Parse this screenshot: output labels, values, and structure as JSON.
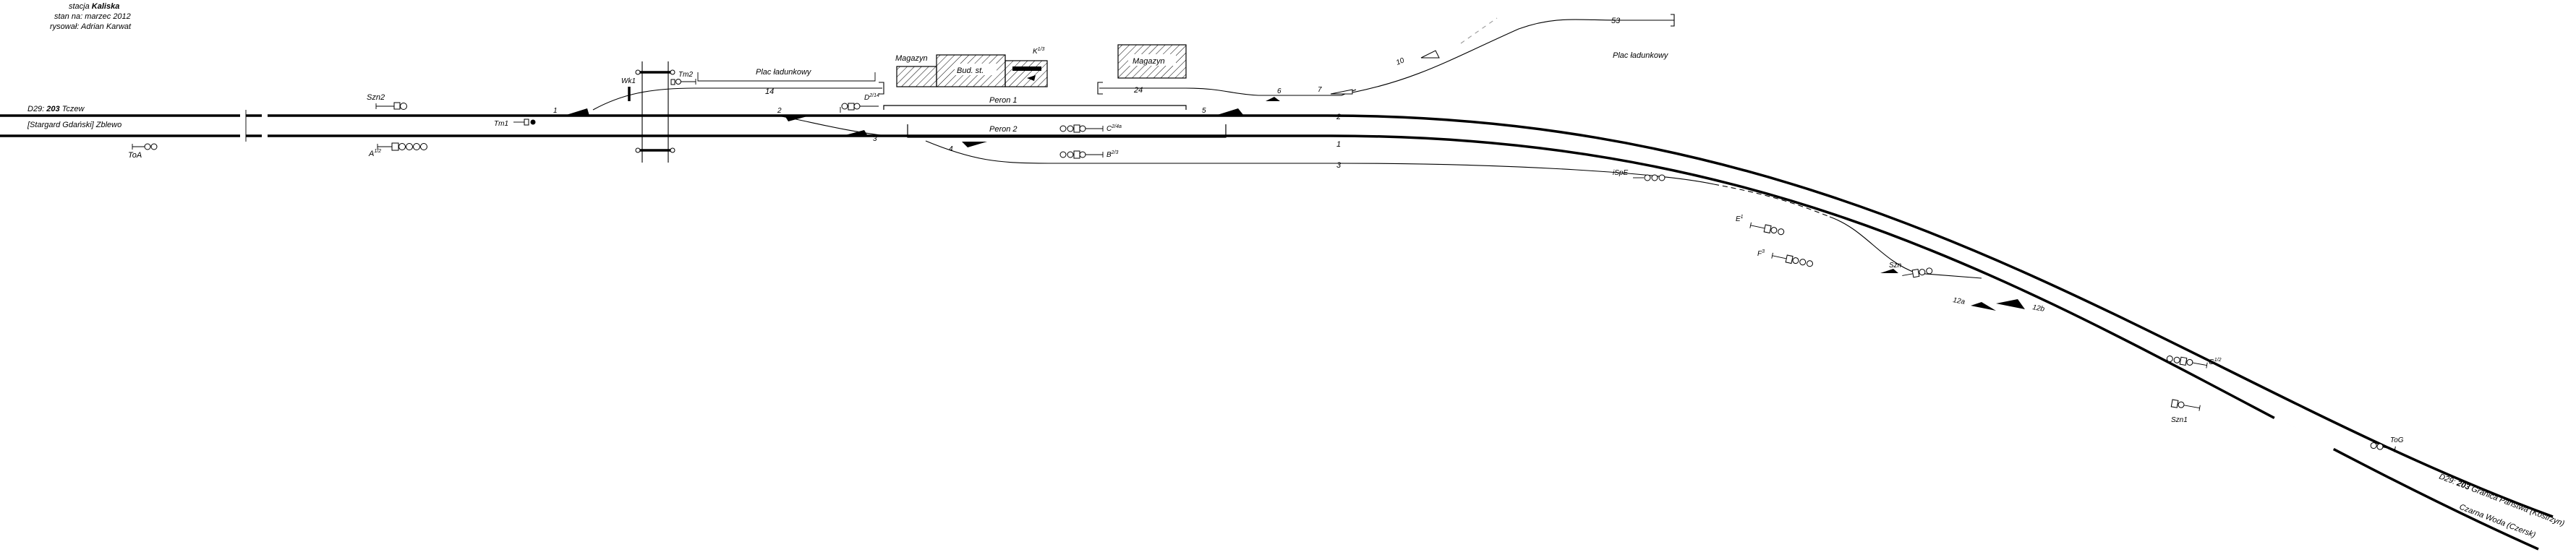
{
  "header": {
    "line1_prefix": "stacja ",
    "station_name": "Kaliska",
    "line2": "stan na: marzec 2012",
    "line3": "rysował: Adrian Karwat"
  },
  "line_labels": {
    "west_top_prefix": "D29: ",
    "west_top_number": "203",
    "west_top_suffix": " Tczew",
    "west_bottom": "[Stargard Gdański] Zblewo",
    "east_top_prefix": "D29: ",
    "east_top_number": "203",
    "east_top_suffix": " Granica Państwa (Kostrzyn)",
    "east_bottom": "Czarna Woda (Czersk)"
  },
  "tracks": {
    "t1": "1",
    "t2": "2",
    "t3": "3",
    "t14": "14",
    "t24": "24",
    "t53": "53"
  },
  "switches": {
    "sw1": "1",
    "sw2": "2",
    "sw3": "3",
    "sw4": "4",
    "sw5": "5",
    "sw6": "6",
    "sw7": "7",
    "sw10": "10",
    "sw12a": "12a",
    "sw12b": "12b"
  },
  "signals": {
    "szn2": "Szn2",
    "tm1": "Tm1",
    "a": "A",
    "a_sup": "1/2",
    "toa": "ToA",
    "wk1": "Wk1",
    "tm2": "Tm2",
    "d": "D",
    "d_sup": "2/14",
    "k": "K",
    "k_sup": "1/3",
    "c": "C",
    "c_sup": "2/4a",
    "b": "B",
    "b_sup": "2/3",
    "isp": "iSpE",
    "e": "E",
    "e_sup": "1",
    "f": "F",
    "f_sup": "3",
    "szn": "Szn",
    "g": "G",
    "g_sup": "1/2",
    "szn1": "Szn1",
    "tog": "ToG"
  },
  "areas": {
    "plac_west": "Plac ładunkowy",
    "plac_east": "Plac ładunkowy",
    "magazyn1": "Magazyn",
    "budynek": "Bud. st.",
    "magazyn2": "Magazyn",
    "peron1": "Peron 1",
    "peron2": "Peron 2"
  }
}
